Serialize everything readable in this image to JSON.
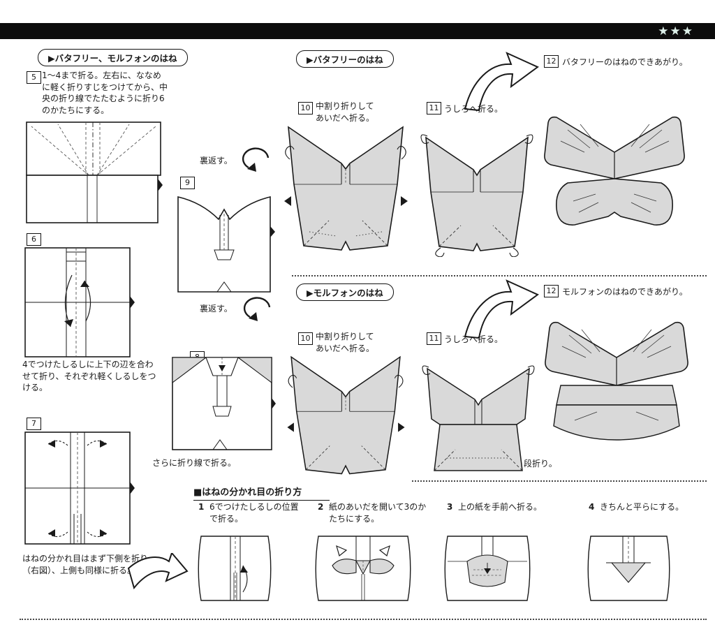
{
  "topbar": {
    "stars": "★★★"
  },
  "left": {
    "header": "▶バタフリー、モルフォンのはね",
    "step5": {
      "num": "5",
      "text": "1〜4まで折る。左右に、ななめに軽く折りすじをつけてから、中央の折り線でたたむように折り6のかたちにする。"
    },
    "step6": {
      "num": "6",
      "caption": "4でつけたしるしに上下の辺を合わせて折り、それぞれ軽くしるしをつける。"
    },
    "step7": {
      "num": "7",
      "caption": "はねの分かれ目はまず下側を折り（右図）、上側も同様に折る。"
    }
  },
  "middle": {
    "flip_top": "裏返す。",
    "step9": {
      "num": "9"
    },
    "flip_bottom": "裏返す。",
    "step8": {
      "num": "8",
      "caption": "さらに折り線で折る。"
    }
  },
  "butterfree": {
    "header": "▶バタフリーのはね",
    "step10": {
      "num": "10",
      "text": "中割り折りして\nあいだへ折る。"
    },
    "step11": {
      "num": "11",
      "text": "うしろへ折る。"
    },
    "step12": {
      "num": "12",
      "text": "バタフリーのはねのできあがり。"
    }
  },
  "venomoth": {
    "header": "▶モルフォンのはね",
    "step10": {
      "num": "10",
      "text": "中割り折りして\nあいだへ折る。"
    },
    "step11": {
      "num": "11",
      "text": "うしろへ折る。"
    },
    "step12": {
      "num": "12",
      "text": "モルフォンのはねのできあがり。"
    },
    "note": "段折り。"
  },
  "divide": {
    "header": "■はねの分かれ目の折り方",
    "steps": [
      {
        "num": "1",
        "text": "6でつけたしるしの位置で折る。"
      },
      {
        "num": "2",
        "text": "紙のあいだを開いて3のかたちにする。"
      },
      {
        "num": "3",
        "text": "上の紙を手前へ折る。"
      },
      {
        "num": "4",
        "text": "きちんと平らにする。"
      }
    ]
  },
  "colors": {
    "paper_gray": "#d9d9d9",
    "ink": "#1a1a1a"
  }
}
